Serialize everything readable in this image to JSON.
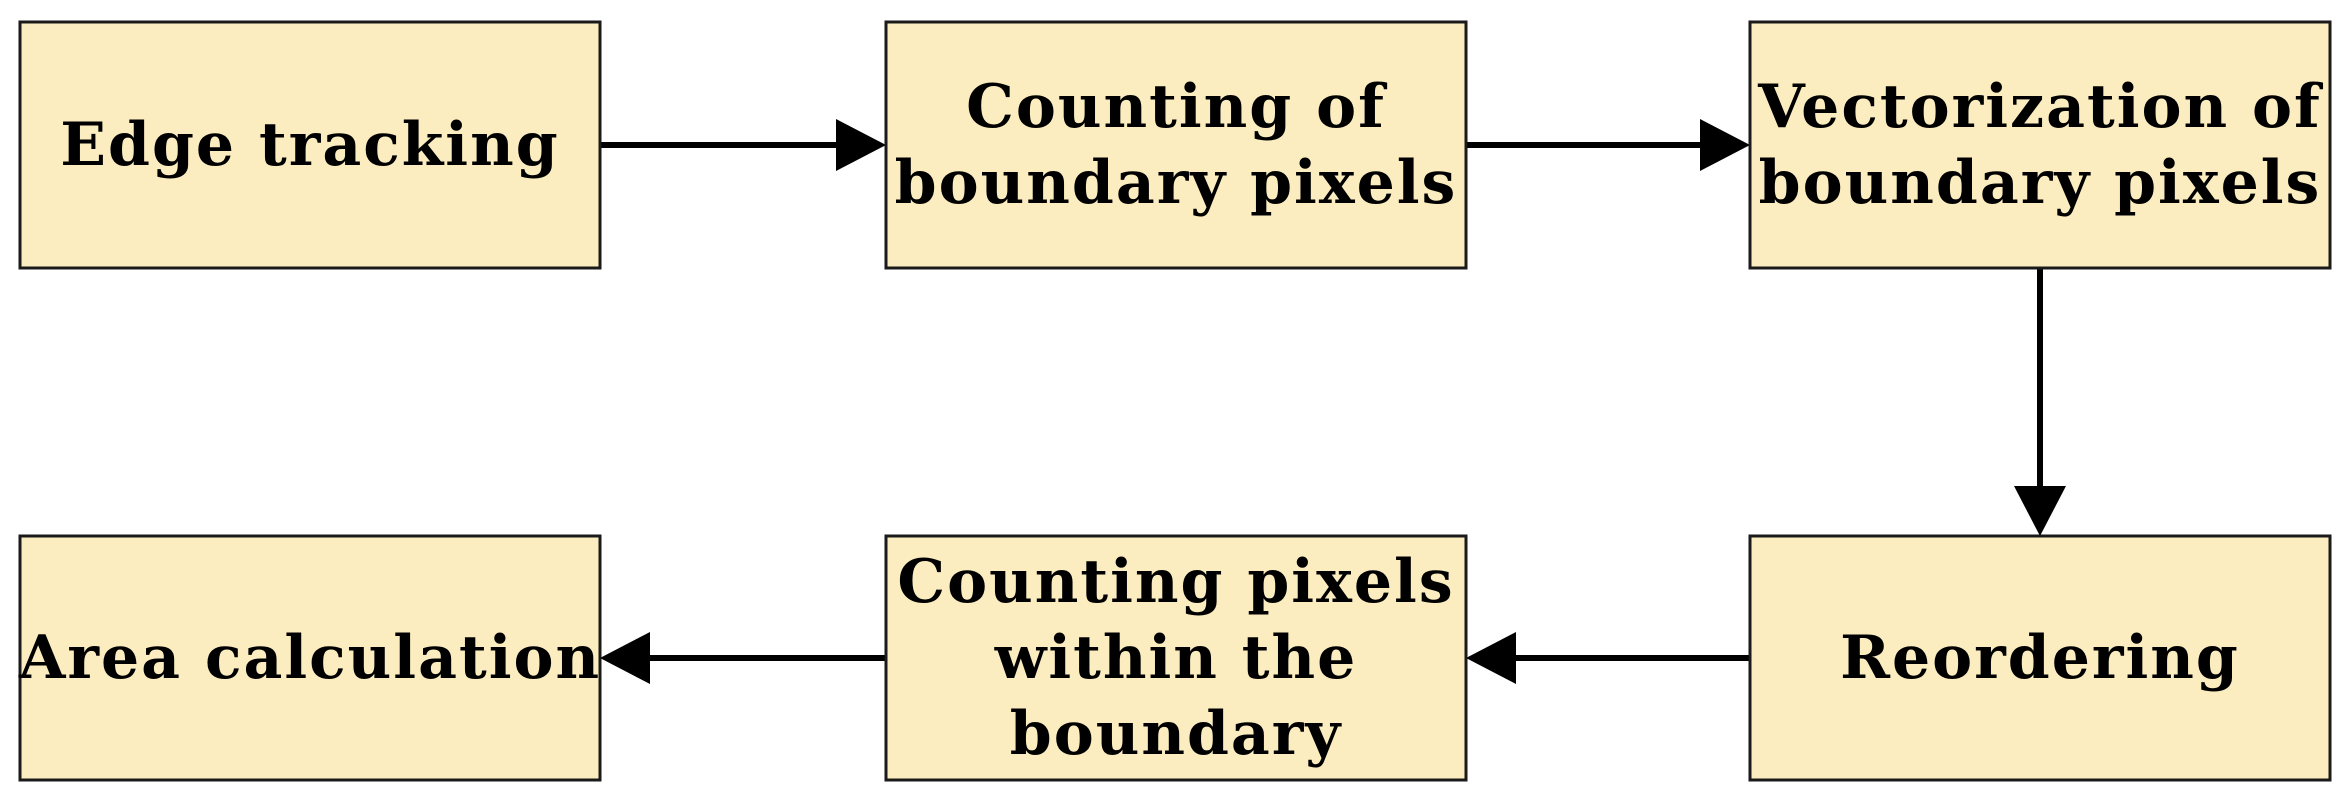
{
  "diagram": {
    "node_fill": "#fbedbf",
    "node_stroke": "#1a1a1a",
    "arrow_color": "#000000",
    "nodes": [
      {
        "id": "edge-tracking",
        "lines": [
          "Edge tracking"
        ]
      },
      {
        "id": "counting-boundary",
        "lines": [
          "Counting of",
          "boundary pixels"
        ]
      },
      {
        "id": "vectorization",
        "lines": [
          "Vectorization of",
          "boundary pixels"
        ]
      },
      {
        "id": "reordering",
        "lines": [
          "Reordering"
        ]
      },
      {
        "id": "counting-within",
        "lines": [
          "Counting pixels",
          "within the",
          "boundary"
        ]
      },
      {
        "id": "area-calculation",
        "lines": [
          "Area calculation"
        ]
      }
    ],
    "edges": [
      {
        "from": "edge-tracking",
        "to": "counting-boundary"
      },
      {
        "from": "counting-boundary",
        "to": "vectorization"
      },
      {
        "from": "vectorization",
        "to": "reordering"
      },
      {
        "from": "reordering",
        "to": "counting-within"
      },
      {
        "from": "counting-within",
        "to": "area-calculation"
      }
    ]
  }
}
